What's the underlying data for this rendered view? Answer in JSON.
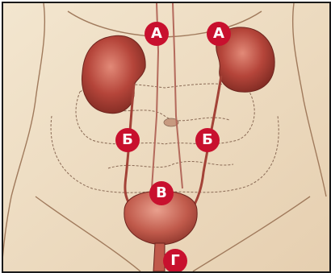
{
  "colors": {
    "badge": "#c8102e",
    "badge_text": "#ffffff",
    "background": "#efe0c8",
    "organ": "#b5453a",
    "skin_line": "#a07a5c"
  },
  "labels": {
    "kidney_left": "А",
    "kidney_right": "А",
    "ureter_left": "Б",
    "ureter_right": "Б",
    "bladder": "В",
    "urethra": "Г"
  }
}
